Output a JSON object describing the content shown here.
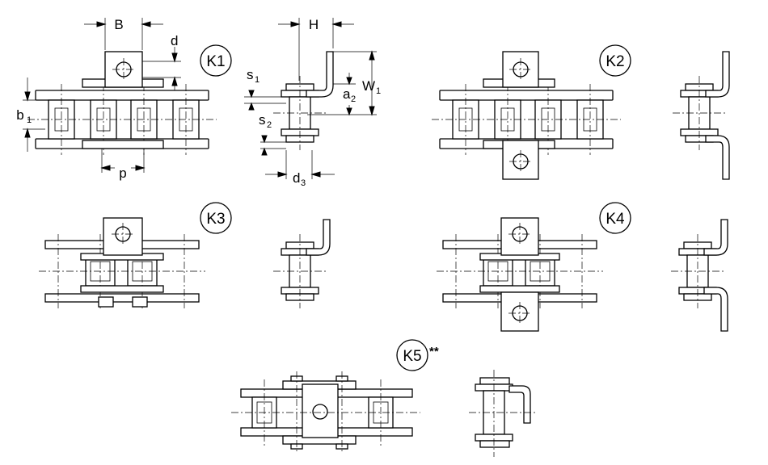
{
  "variants": [
    {
      "id": "k1",
      "label": "K1"
    },
    {
      "id": "k2",
      "label": "K2"
    },
    {
      "id": "k3",
      "label": "K3"
    },
    {
      "id": "k4",
      "label": "K4"
    },
    {
      "id": "k5",
      "label": "K5"
    }
  ],
  "k5_note": "**",
  "dimensions": {
    "B": "B",
    "d": "d",
    "b": "b",
    "b_sub": "1",
    "p": "p",
    "H": "H",
    "s1": "s",
    "s1_sub": "1",
    "s2": "s",
    "s2_sub": "2",
    "a2": "a",
    "a2_sub": "2",
    "W1": "W",
    "W1_sub": "1",
    "d3": "d",
    "d3_sub": "3"
  }
}
